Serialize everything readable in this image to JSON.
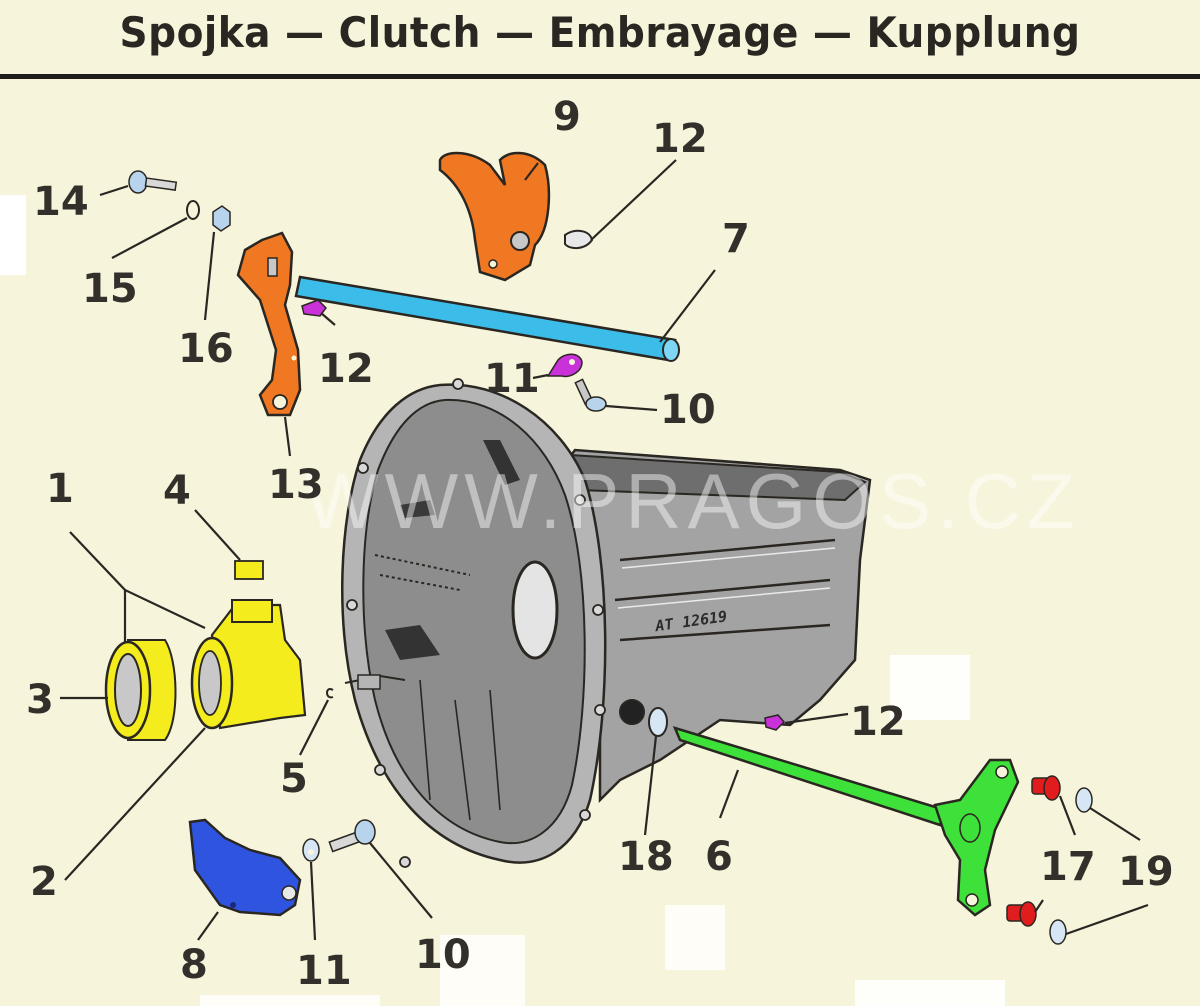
{
  "title": "Spojka — Clutch — Embrayage — Kupplung",
  "watermark": "WWW.PRAGOS.CZ",
  "casting_mark": "AT 12619",
  "colors": {
    "background": "#f7f4dc",
    "housing": "#9a9a9a",
    "orange_parts": "#f07822",
    "blue_shaft": "#3cbce8",
    "yellow_parts": "#f4ec1c",
    "dark_blue_part": "#2f55e0",
    "green_shaft": "#3ee03a",
    "magenta_parts": "#c832d8",
    "red_parts": "#e01c1c",
    "light_blue_hardware": "#b8d4ec"
  },
  "callouts": [
    {
      "id": "1",
      "text": "1",
      "part": "release-bearing-assembly"
    },
    {
      "id": "2",
      "text": "2",
      "part": "release-bearing-carrier"
    },
    {
      "id": "3",
      "text": "3",
      "part": "release-bearing"
    },
    {
      "id": "4",
      "text": "4",
      "part": "lubricator-block"
    },
    {
      "id": "5",
      "text": "5",
      "part": "retaining-spring"
    },
    {
      "id": "6",
      "text": "6",
      "part": "release-fork-shaft"
    },
    {
      "id": "7",
      "text": "7",
      "part": "cross-shaft"
    },
    {
      "id": "8",
      "text": "8",
      "part": "shaft-bracket"
    },
    {
      "id": "9",
      "text": "9",
      "part": "fork-lever"
    },
    {
      "id": "10",
      "text": "10",
      "part": "bolt"
    },
    {
      "id": "11",
      "text": "11",
      "part": "lock-washer"
    },
    {
      "id": "12",
      "text": "12",
      "part": "woodruff-key"
    },
    {
      "id": "13",
      "text": "13",
      "part": "clutch-lever"
    },
    {
      "id": "14",
      "text": "14",
      "part": "clamp-bolt"
    },
    {
      "id": "15",
      "text": "15",
      "part": "spring-washer"
    },
    {
      "id": "16",
      "text": "16",
      "part": "nut"
    },
    {
      "id": "17",
      "text": "17",
      "part": "bushing"
    },
    {
      "id": "18",
      "text": "18",
      "part": "seal-ring"
    },
    {
      "id": "19",
      "text": "19",
      "part": "washer"
    }
  ],
  "labels": {
    "c1": "1",
    "c2": "2",
    "c3": "3",
    "c4": "4",
    "c5": "5",
    "c6": "6",
    "c7": "7",
    "c8": "8",
    "c9": "9",
    "c10a": "10",
    "c10b": "10",
    "c11a": "11",
    "c11b": "11",
    "c12a": "12",
    "c12b": "12",
    "c12c": "12",
    "c13": "13",
    "c14": "14",
    "c15": "15",
    "c16": "16",
    "c17": "17",
    "c18": "18",
    "c19": "19"
  }
}
